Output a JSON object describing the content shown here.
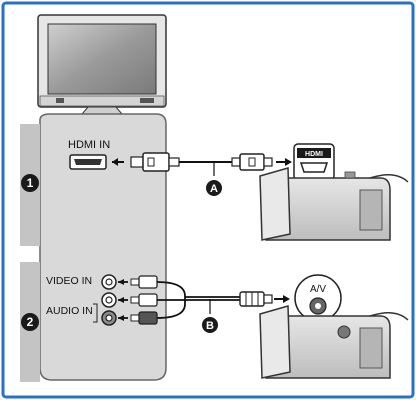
{
  "labels": {
    "hdmi_in": "HDMI IN",
    "hdmi_camera": "HDMI",
    "video_in": "VIDEO IN",
    "audio_in": "AUDIO IN",
    "av_jack": "A/V"
  },
  "markers": {
    "section_1": "1",
    "section_2": "2",
    "cable_a": "A",
    "cable_b": "B"
  },
  "colors": {
    "frame_border": "#2a6fc9",
    "panel_fill": "#d9d9d9",
    "side_bar_fill": "#c4c4c4",
    "marker_fill": "#1a1a1a"
  }
}
